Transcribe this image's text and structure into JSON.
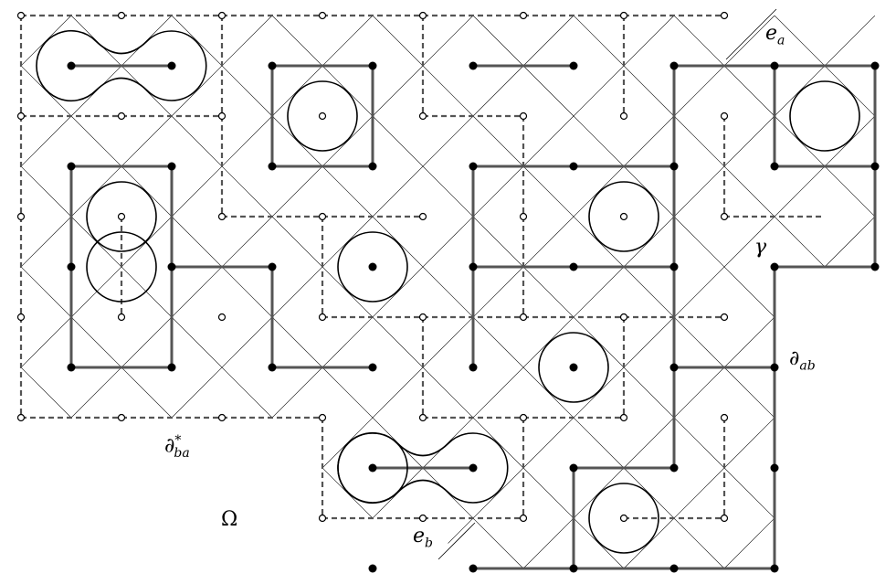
{
  "labels": {
    "e_a": {
      "main": "e",
      "sub": "a"
    },
    "gamma": "γ",
    "d_ab": {
      "main": "∂",
      "sub": "ab"
    },
    "d_ba_star": {
      "main": "∂",
      "sup": "*",
      "sub": "ba"
    },
    "omega": "Ω",
    "e_b": {
      "main": "e",
      "sub": "b"
    }
  },
  "colors": {
    "primal": "#555555",
    "dual": "#555555",
    "medial": "#000000",
    "loop": "#000000"
  }
}
